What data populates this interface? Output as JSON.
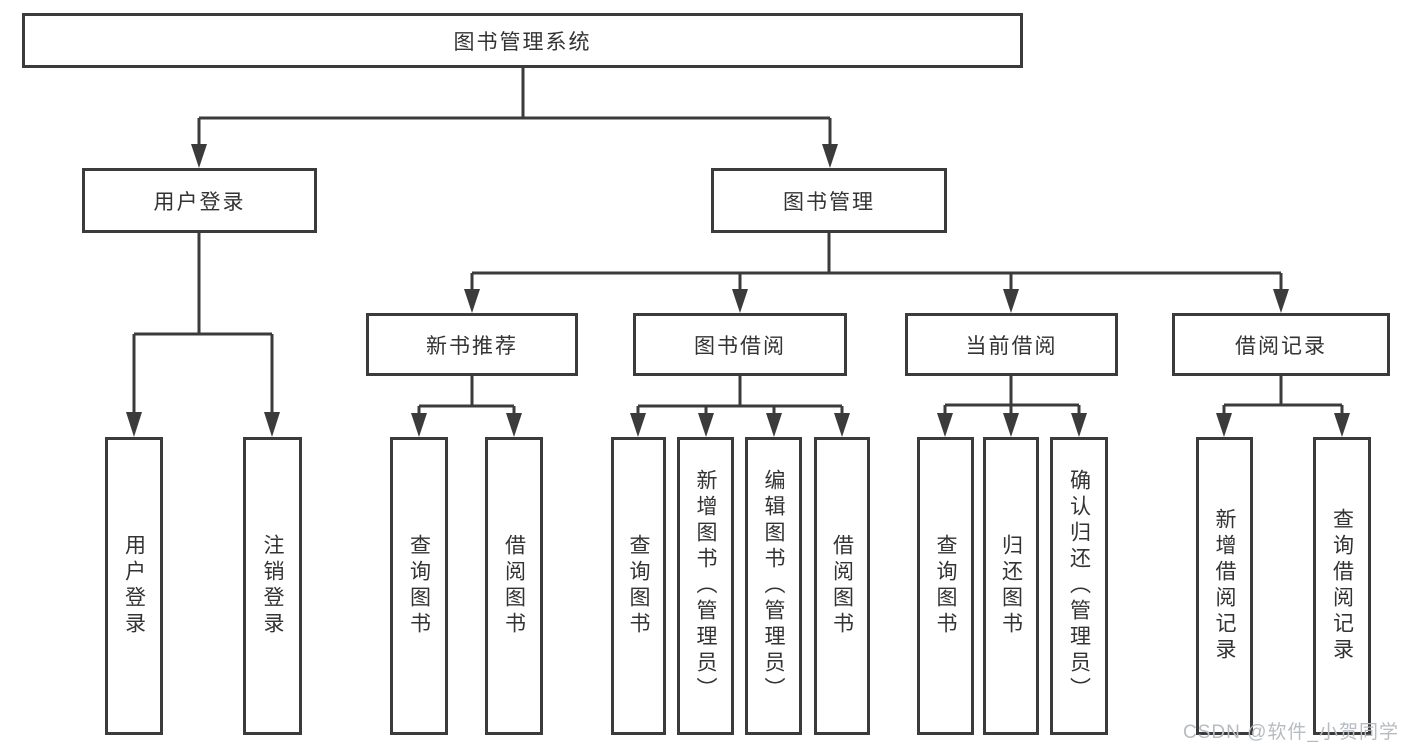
{
  "nodes": {
    "root": "图书管理系统",
    "user_login": "用户登录",
    "book_management": "图书管理",
    "level3": [
      "新书推荐",
      "图书借阅",
      "当前借阅",
      "借阅记录"
    ],
    "user_login_children": [
      "用户登录",
      "注销登录"
    ],
    "new_book_children": [
      "查询图书",
      "借阅图书"
    ],
    "book_borrow_children": [
      "查询图书",
      "新增图书（管理员）",
      "编辑图书（管理员）",
      "借阅图书"
    ],
    "current_borrow_children": [
      "查询图书",
      "归还图书",
      "确认归还（管理员）"
    ],
    "borrow_record_children": [
      "新增借阅记录",
      "查询借阅记录"
    ]
  },
  "watermark": "CSDN @软件_小贺同学",
  "colors": {
    "line": "#3b3b3b",
    "box_border": "#3b3b3b",
    "text": "#333333",
    "watermark": "#b6bcc2",
    "background": "#ffffff"
  }
}
